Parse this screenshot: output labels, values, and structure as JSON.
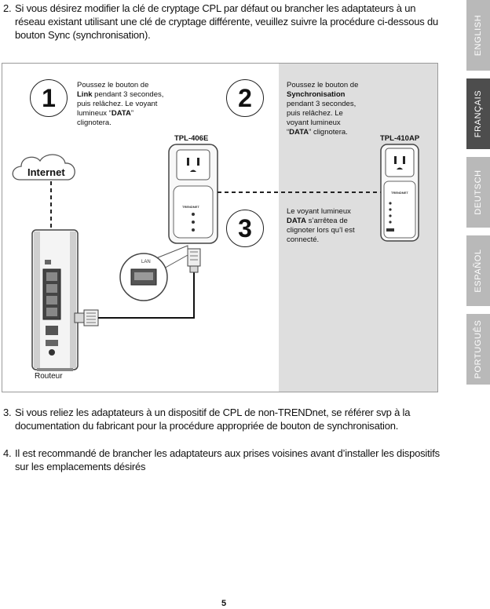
{
  "paragraphs": {
    "p2": {
      "number": "2.",
      "text": "Si vous désirez modifier la clé de cryptage CPL par défaut ou brancher les adaptateurs à un réseau existant utilisant une clé de cryptage différente, veuillez suivre la procédure ci-dessous du bouton Sync (synchronisation)."
    },
    "p3": {
      "number": "3.",
      "text": "Si vous reliez les adaptateurs à un dispositif de CPL de non-TRENDnet, se référer svp à la documentation du fabricant pour la procédure appropriée de bouton de synchronisation."
    },
    "p4": {
      "number": "4.",
      "text": "Il est recommandé de brancher les adaptateurs aux prises voisines avant d’installer les dispositifs sur les emplacements désirés"
    }
  },
  "figure": {
    "step1": {
      "number": "1",
      "pre": "Poussez le bouton de",
      "bold": "Link",
      "post": " pendant 3 secondes, puis relâchez. Le voyant lumineux “",
      "bold2": "DATA",
      "post2": "” clignotera."
    },
    "step2": {
      "number": "2",
      "pre": "Poussez le bouton de",
      "bold": "Synchronisation",
      "post": " pendant 3 secondes, puis relâchez. Le voyant lumineux “",
      "bold2": "DATA",
      "post2": "” clignotera."
    },
    "step3": {
      "number": "3",
      "pre": "Le voyant lumineux ",
      "bold": "DATA",
      "post": " s’arrêtea de clignoter lors qu’l est connecté."
    },
    "model_left": "TPL-406E",
    "model_right": "TPL-410AP",
    "internet_label": "Internet",
    "router_label": "Routeur",
    "lan_label": "LAN",
    "brand_label": "TRENDNET"
  },
  "tabs": [
    "ENGLISH",
    "FRANÇAIS",
    "DEUTSCH",
    "ESPAÑOL",
    "PORTUGUÊS"
  ],
  "active_tab": "FRANÇAIS",
  "page_number": "5",
  "colors": {
    "tab_inactive": "#b9b9b9",
    "tab_active": "#4d4d4d",
    "panel_grey": "#dedede"
  }
}
